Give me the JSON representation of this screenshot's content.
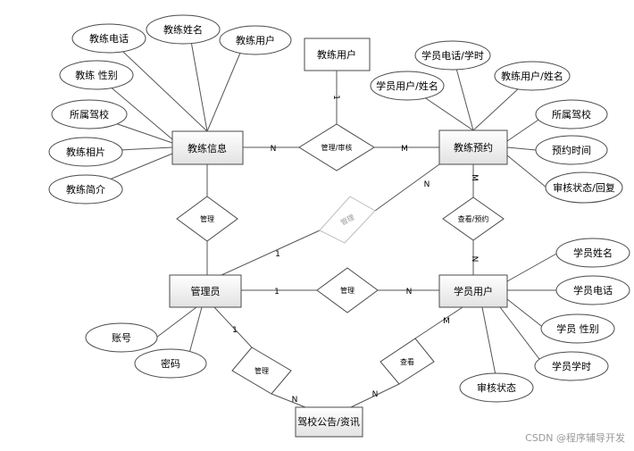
{
  "diagram": {
    "entities": {
      "coach_info": "教练信息",
      "coach_user": "教练用户",
      "coach_booking": "教练预约",
      "admin": "管理员",
      "student_user": "学员用户",
      "school_notice": "驾校公告/资讯"
    },
    "relationships": {
      "manage_review": "管理/审核",
      "manage_coach": "管理",
      "manage_booking": "管理",
      "view_booking": "查看/预约",
      "manage_student": "管理",
      "manage_notice": "管理",
      "view_notice": "查看"
    },
    "attributes": {
      "coach_phone": "教练电话",
      "coach_name": "教练姓名",
      "coach_user_attr": "教练用户",
      "coach_gender": "教练 性别",
      "coach_school": "所属驾校",
      "coach_photo": "教练相片",
      "coach_intro": "教练简介",
      "stu_phone_id": "学员电话/学时",
      "stu_user_name": "学员用户/姓名",
      "coach_user_name": "教练用户/姓名",
      "booking_school": "所属驾校",
      "booking_time": "预约时间",
      "review_status_reply": "审核状态/回复",
      "stu_name": "学员姓名",
      "stu_phone": "学员电话",
      "stu_gender": "学员 性别",
      "stu_hours": "学员学时",
      "review_status": "审核状态",
      "account": "账号",
      "password": "密码"
    },
    "cardinalities": {
      "coach_to_manage": "N",
      "manage_to_booking": "M",
      "coachuser_to_manage": "1",
      "booking_to_mgmt": "N",
      "admin_to_mgmt": "1",
      "booking_to_view": "M",
      "view_to_student": "N",
      "admin_to_student_rel": "1",
      "rel_to_student": "N",
      "admin_to_notice_rel": "1",
      "notice_from_admin_rel": "N",
      "notice_from_view": "N",
      "student_to_view": "M"
    },
    "colors": {
      "entity_top": "#ffffff",
      "entity_bottom": "#e4e4e4",
      "stroke": "#4a4a4a",
      "faded_stroke": "#bcbcbc",
      "faded_text": "#9c9c9c"
    }
  },
  "watermark": "CSDN @程序辅导开发"
}
